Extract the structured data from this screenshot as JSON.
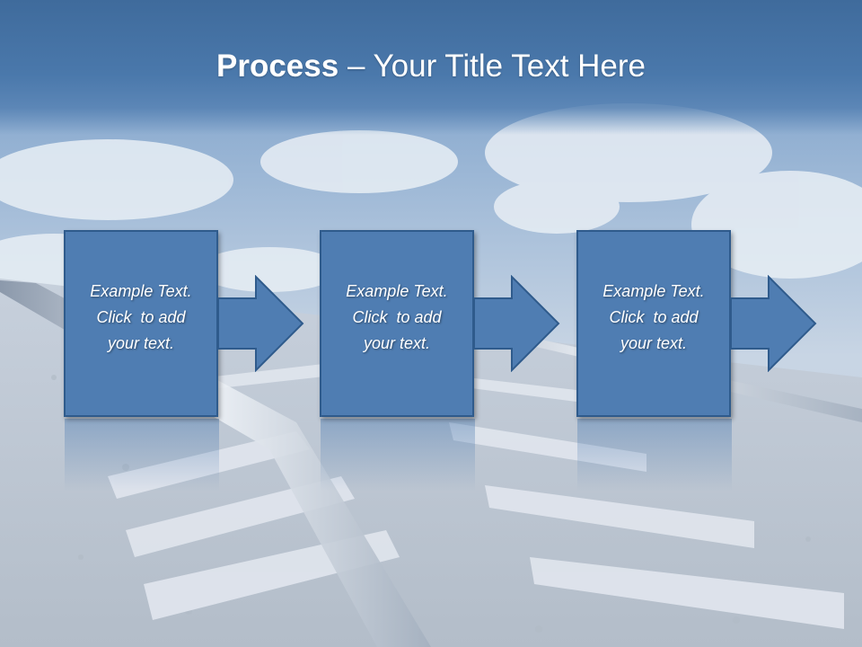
{
  "title": {
    "bold": "Process",
    "rest": " – Your Title Text Here"
  },
  "steps": [
    {
      "lines": [
        "Example Text.",
        "Click  to add",
        "your text."
      ]
    },
    {
      "lines": [
        "Example Text.",
        "Click  to add",
        "your text."
      ]
    },
    {
      "lines": [
        "Example Text.",
        "Click  to add",
        "your text."
      ]
    }
  ],
  "colors": {
    "title_band": "#4a78ab",
    "box_fill": "#4f7db2",
    "box_border": "#2f5b8c",
    "text": "#ffffff"
  },
  "icons": [
    "right-arrow-icon",
    "right-arrow-icon",
    "right-arrow-icon"
  ]
}
